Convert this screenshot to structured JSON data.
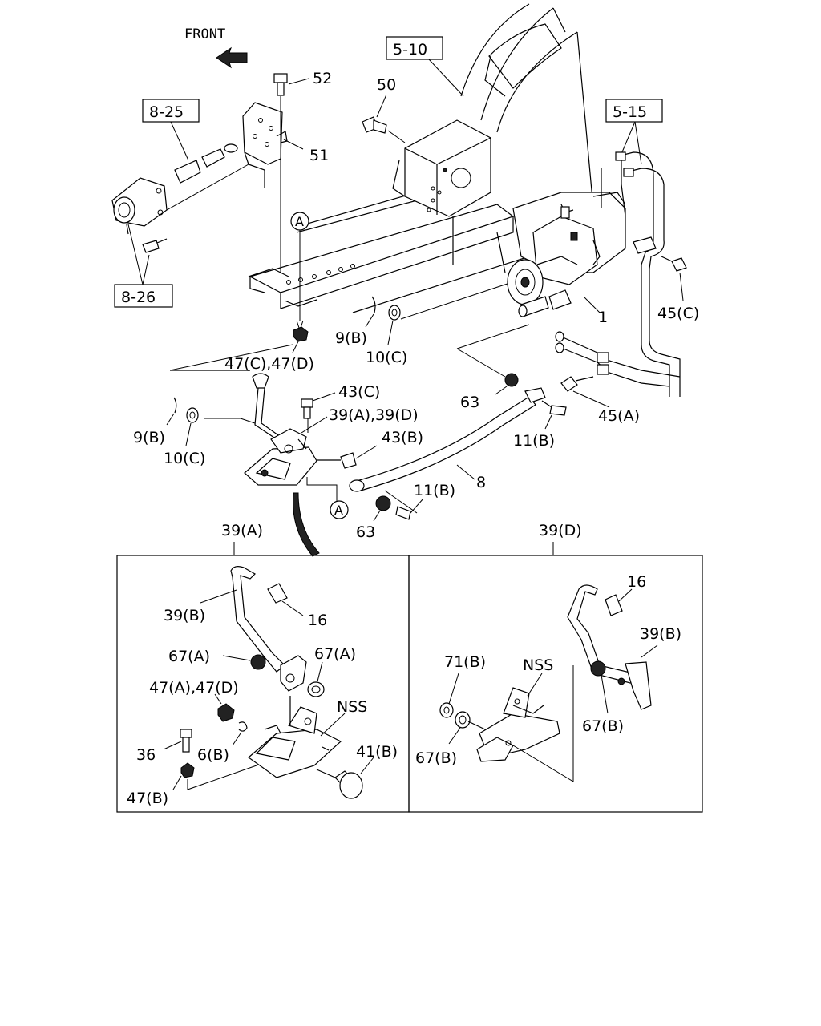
{
  "direction_label": "FRONT",
  "boxed_refs": {
    "ref_5_10": "5-10",
    "ref_5_15": "5-15",
    "ref_8_25": "8-25",
    "ref_8_26": "8-26"
  },
  "callouts": {
    "p52": "52",
    "p51": "51",
    "p50": "50",
    "p1": "1",
    "p45c": "45(C)",
    "p9b_top": "9(B)",
    "p10c_top": "10(C)",
    "p47cd": "47(C),47(D)",
    "p43c": "43(C)",
    "p39ad": "39(A),39(D)",
    "p43b": "43(B)",
    "p63_top": "63",
    "p45a": "45(A)",
    "p11b_top": "11(B)",
    "p8": "8",
    "p11b_bot": "11(B)",
    "p63_bot": "63",
    "p9b_left": "9(B)",
    "p10c_left": "10(C)",
    "circle_a_top": "A",
    "circle_a_bot": "A"
  },
  "detail_a": {
    "title": "39(A)",
    "labels": {
      "p39b": "39(B)",
      "p16": "16",
      "p67a_left": "67(A)",
      "p67a_right": "67(A)",
      "p47ad": "47(A),47(D)",
      "nss": "NSS",
      "p36": "36",
      "p6b": "6(B)",
      "p41b": "41(B)",
      "p47b": "47(B)"
    }
  },
  "detail_d": {
    "title": "39(D)",
    "labels": {
      "p16": "16",
      "p39b": "39(B)",
      "p71b": "71(B)",
      "nss": "NSS",
      "p67b_right": "67(B)",
      "p67b_left": "67(B)"
    }
  }
}
